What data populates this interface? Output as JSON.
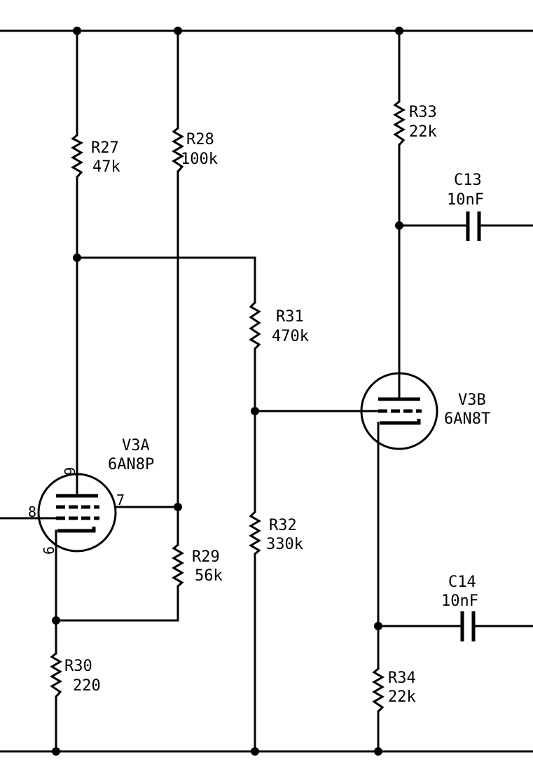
{
  "components": {
    "r27": {
      "ref": "R27",
      "value": "47k"
    },
    "r28": {
      "ref": "R28",
      "value": "100k"
    },
    "r29": {
      "ref": "R29",
      "value": "56k"
    },
    "r30": {
      "ref": "R30",
      "value": "220"
    },
    "r31": {
      "ref": "R31",
      "value": "470k"
    },
    "r32": {
      "ref": "R32",
      "value": "330k"
    },
    "r33": {
      "ref": "R33",
      "value": "22k"
    },
    "r34": {
      "ref": "R34",
      "value": "22k"
    },
    "c13": {
      "ref": "C13",
      "value": "10nF"
    },
    "c14": {
      "ref": "C14",
      "value": "10nF"
    },
    "v3a": {
      "ref": "V3A",
      "value": "6AN8P",
      "pins": [
        "9",
        "8",
        "7",
        "6"
      ]
    },
    "v3b": {
      "ref": "V3B",
      "value": "6AN8T"
    }
  }
}
